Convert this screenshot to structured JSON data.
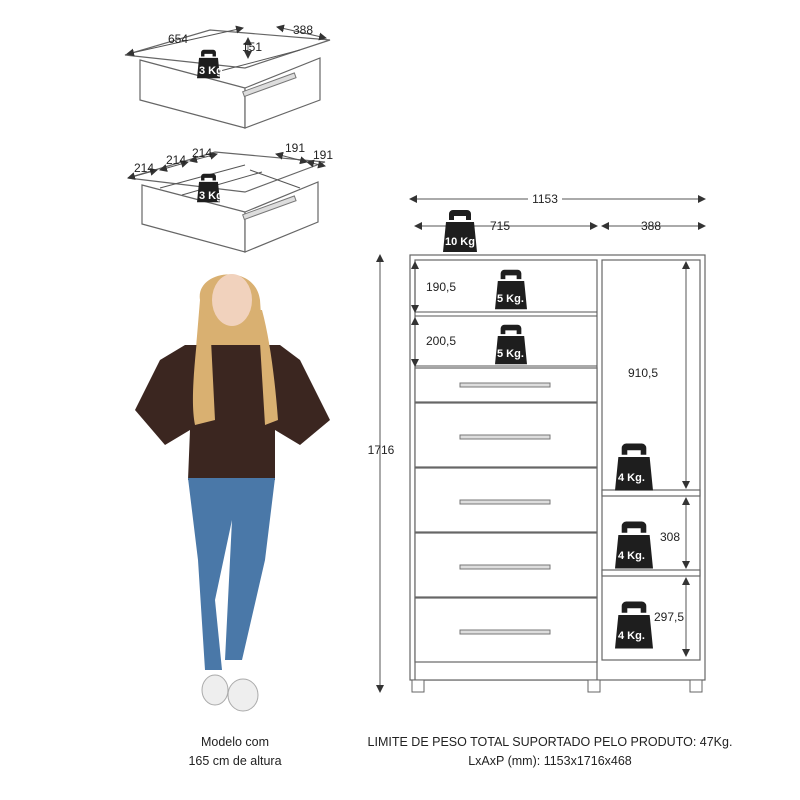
{
  "drawer_single": {
    "width": "654",
    "depth": "388",
    "height": "151",
    "weight": "3 Kg."
  },
  "drawer_divided": {
    "dims": [
      "214",
      "214",
      "214",
      "191",
      "191"
    ],
    "weight": "3 Kg."
  },
  "wardrobe": {
    "total_width": "1153",
    "left_width": "715",
    "right_width": "388",
    "total_height": "1716",
    "shelf1_height": "190,5",
    "shelf2_height": "200,5",
    "hanging_height": "910,5",
    "right_shelf1_height": "308",
    "right_shelf2_height": "297,5",
    "weights": {
      "top": "10 Kg",
      "shelf1": "5 Kg.",
      "shelf2": "5 Kg.",
      "right1": "4 Kg.",
      "right2": "4 Kg.",
      "right3": "4 Kg."
    }
  },
  "captions": {
    "model_line1": "Modelo com",
    "model_line2": "165 cm de altura",
    "limit": "LIMITE DE PESO TOTAL SUPORTADO PELO PRODUTO: 47Kg.",
    "dimensions": "LxAxP (mm): 1153x1716x468"
  },
  "colors": {
    "weight": "#1e1e1e",
    "shirt": "#3b2620",
    "jeans": "#4a78a8",
    "hair": "#d9b071"
  }
}
